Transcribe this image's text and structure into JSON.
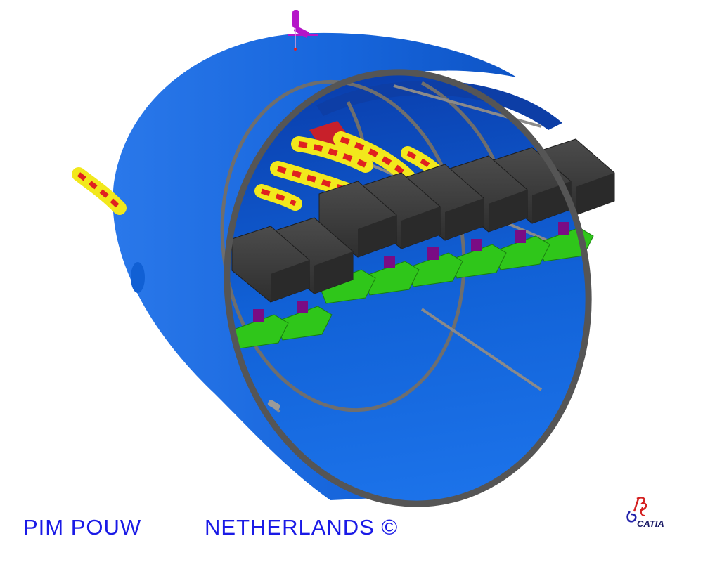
{
  "credit": {
    "author": "PIM POUW",
    "country": "NETHERLANDS ©"
  },
  "logo": {
    "text": "CATIA"
  },
  "colors": {
    "text": "#1a1ae6",
    "shell": "#1668dc",
    "shell_interior": "#0b4fc4",
    "frame": "#5a5a5a",
    "block": "#3c3c3c",
    "cradle": "#2fc61a",
    "clamp": "#7a0c84",
    "hose": "#f2e81c",
    "hose_stripe": "#e02020",
    "fitting": "#b515c8",
    "logo": "#d42020"
  },
  "icons": {
    "logo": "catia-3ds-logo-icon"
  }
}
